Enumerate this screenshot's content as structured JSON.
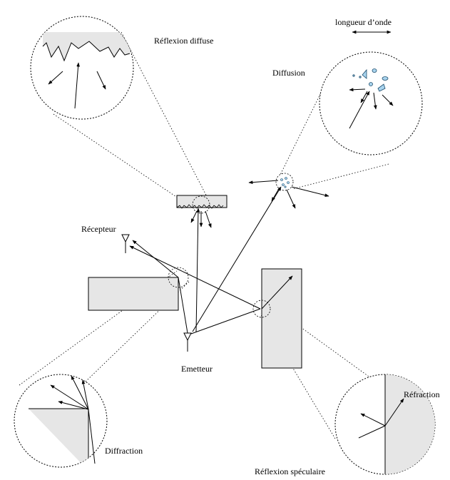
{
  "labels": {
    "diffuse_reflection": "Réflexion diffuse",
    "wavelength": "longueur d’onde",
    "diffusion": "Diffusion",
    "receiver": "Récepteur",
    "emitter": "Emetteur",
    "refraction": "Réfraction",
    "diffraction": "Diffraction",
    "specular_reflection": "Réflexion spéculaire"
  },
  "colors": {
    "obstacle_fill": "#e6e6e6",
    "particle_fill": "#a9d4ee",
    "line": "#000000"
  }
}
